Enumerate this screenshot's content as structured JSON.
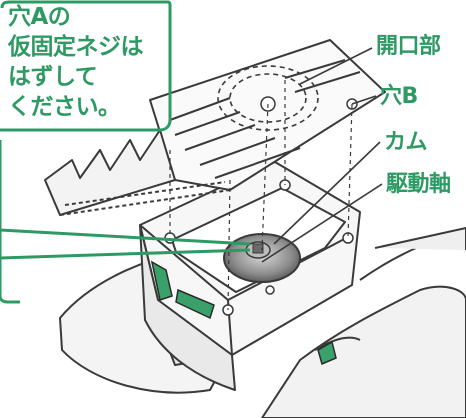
{
  "callout_note": {
    "lines": [
      "穴Aの",
      "仮固定ネジは",
      "はずして",
      "ください。"
    ]
  },
  "labels": {
    "opening": "開口部",
    "hole_b": "穴B",
    "cam": "カム",
    "drive_shaft": "駆動軸"
  },
  "colors": {
    "accent": "#2e9a63",
    "line": "#3a3a3a",
    "body_fill": "#f4f4f4",
    "shadow": "#d9d9d9"
  }
}
